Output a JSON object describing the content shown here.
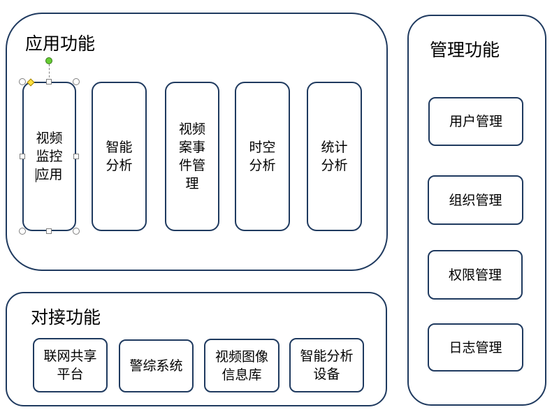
{
  "application_panel": {
    "title": "应用功能",
    "items": [
      {
        "label": "视频\n监控\n应用",
        "selected": true
      },
      {
        "label": "智能\n分析"
      },
      {
        "label": "视频\n案事\n件管\n理"
      },
      {
        "label": "时空\n分析"
      },
      {
        "label": "统计\n分析"
      }
    ]
  },
  "integration_panel": {
    "title": "对接功能",
    "items": [
      {
        "label": "联网共享\n平台"
      },
      {
        "label": "警综系统"
      },
      {
        "label": "视频图像\n信息库"
      },
      {
        "label": "智能分析\n设备"
      }
    ]
  },
  "management_panel": {
    "title": "管理功能",
    "items": [
      {
        "label": "用户管理"
      },
      {
        "label": "组织管理"
      },
      {
        "label": "权限管理"
      },
      {
        "label": "日志管理"
      }
    ]
  },
  "colors": {
    "border": "#1f3a5f",
    "background": "#ffffff",
    "rotate_handle": "#66cc33",
    "adjust_handle": "#ffe040"
  }
}
